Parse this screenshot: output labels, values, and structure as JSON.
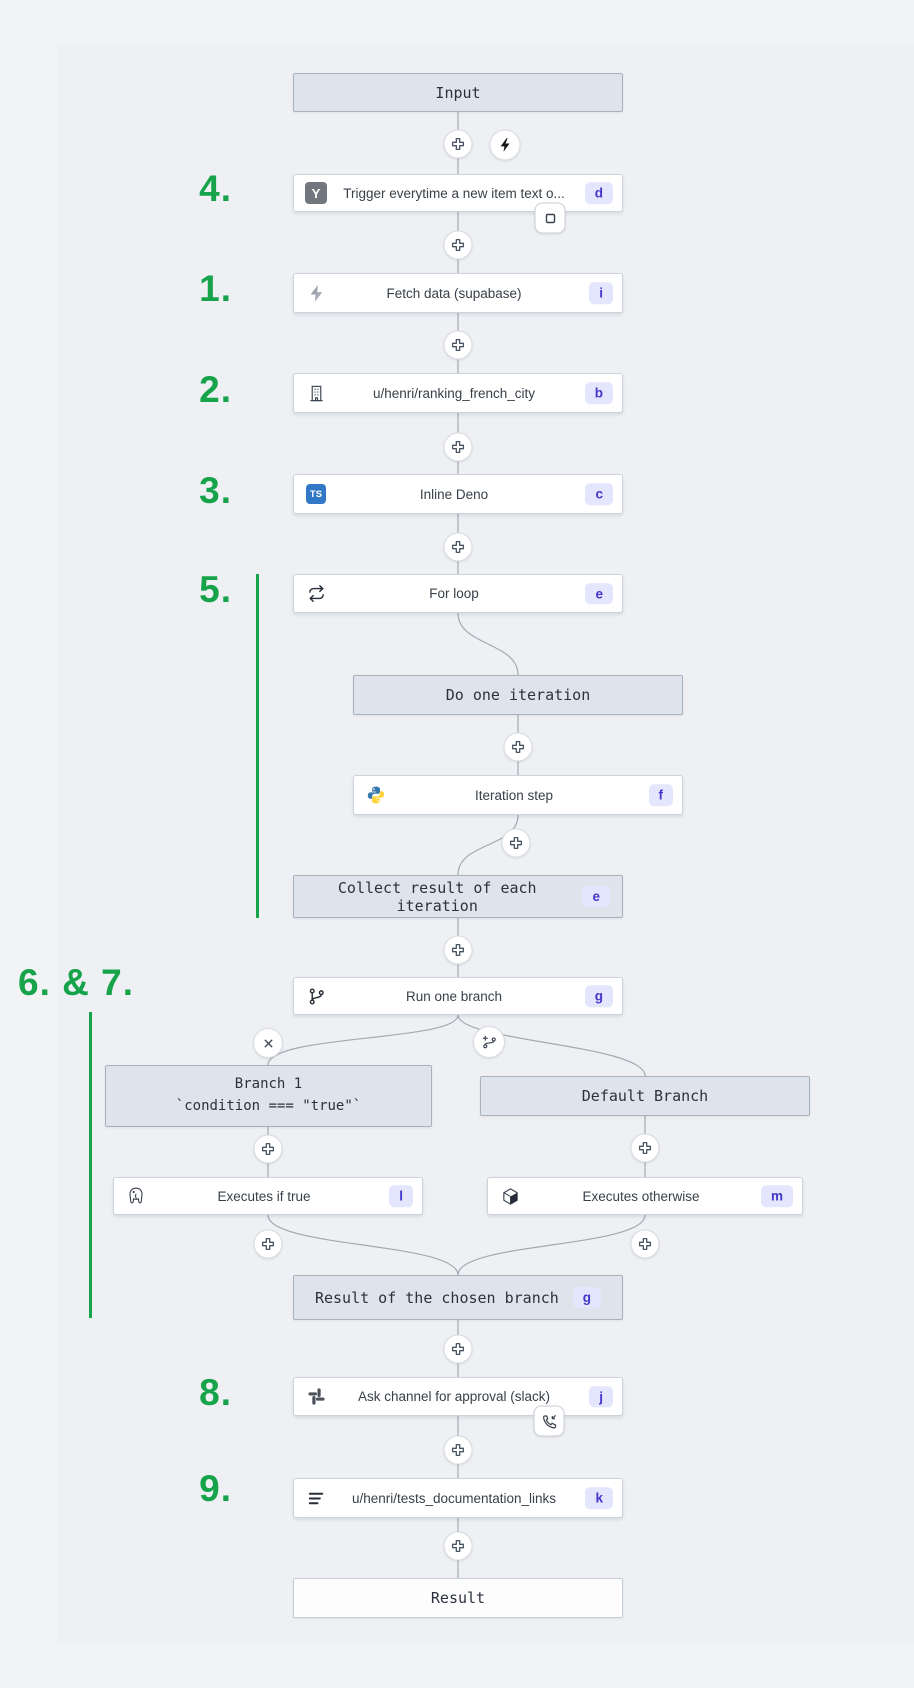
{
  "annotations": {
    "a4": "4.",
    "a1": "1.",
    "a2": "2.",
    "a3": "3.",
    "a5": "5.",
    "a67": "6. & 7.",
    "a8": "8.",
    "a9": "9."
  },
  "boxes": {
    "input": "Input",
    "do_one_iteration": "Do one iteration",
    "collect": {
      "label": "Collect result of each iteration",
      "badge": "e"
    },
    "branch1": {
      "title": "Branch 1",
      "condition": "`condition === \"true\"`"
    },
    "default_branch": "Default Branch",
    "result_chosen": {
      "label": "Result of the chosen branch",
      "badge": "g"
    },
    "result": "Result"
  },
  "steps": {
    "trigger": {
      "label": "Trigger everytime a new item text o...",
      "badge": "d",
      "icon": "hackernews-icon"
    },
    "fetch": {
      "label": "Fetch data (supabase)",
      "badge": "i",
      "icon": "supabase-icon"
    },
    "ranking": {
      "label": "u/henri/ranking_french_city",
      "badge": "b",
      "icon": "building-icon"
    },
    "deno": {
      "label": "Inline Deno",
      "badge": "c",
      "icon": "typescript-icon",
      "icon_text": "TS"
    },
    "forloop": {
      "label": "For loop",
      "badge": "e",
      "icon": "loop-icon"
    },
    "iteration": {
      "label": "Iteration step",
      "badge": "f",
      "icon": "python-icon"
    },
    "runbranch": {
      "label": "Run one branch",
      "badge": "g",
      "icon": "git-branch-icon"
    },
    "exec_true": {
      "label": "Executes if true",
      "badge": "l",
      "icon": "postgresql-icon"
    },
    "exec_other": {
      "label": "Executes otherwise",
      "badge": "m",
      "icon": "cube-icon"
    },
    "slack": {
      "label": "Ask channel for approval (slack)",
      "badge": "j",
      "icon": "slack-icon"
    },
    "docs": {
      "label": "u/henri/tests_documentation_links",
      "badge": "k",
      "icon": "list-icon"
    }
  },
  "trigger_icon_letter": "Y",
  "colors": {
    "accent_green": "#16a34a",
    "badge_bg": "#e3e6fc",
    "badge_text": "#4338ca",
    "graybox_bg": "#dfe3eb",
    "node_bg": "#ffffff",
    "wire": "#a3a9b2"
  }
}
